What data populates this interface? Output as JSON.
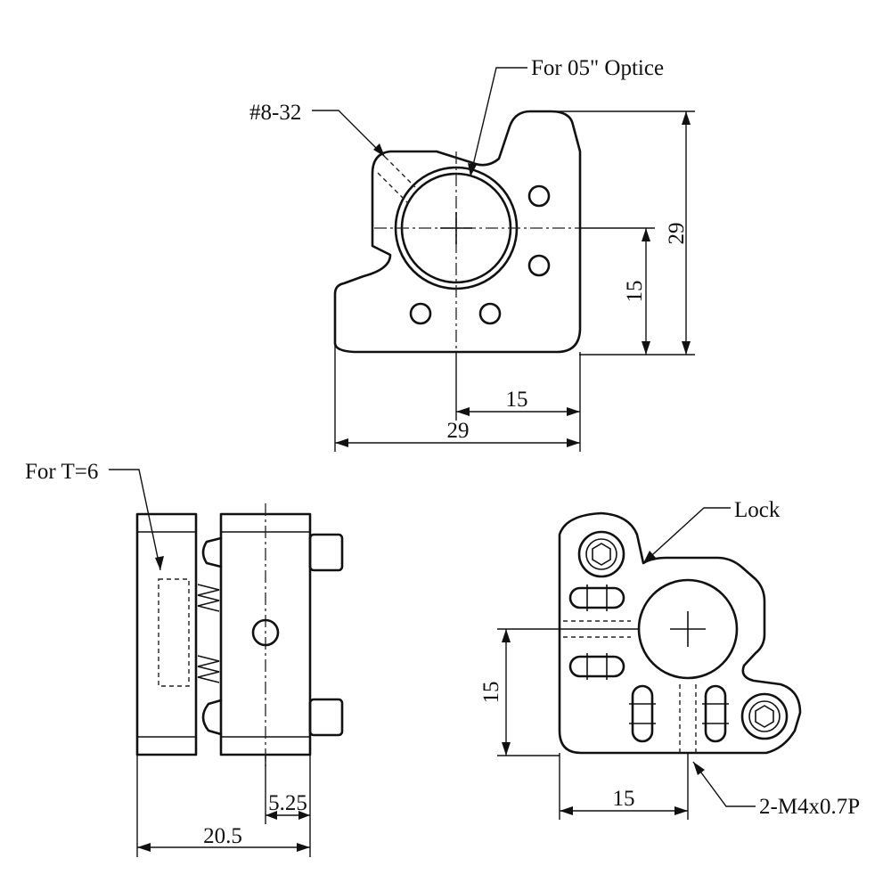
{
  "labels": {
    "optic_callout": "For 05\" Optice",
    "thread_callout": "#8-32",
    "top_height_total": "29",
    "top_height_center": "15",
    "top_width_center": "15",
    "top_width_total": "29",
    "thickness_callout": "For T=6",
    "side_offset": "5.25",
    "side_width": "20.5",
    "lock_callout": "Lock",
    "rear_height_center": "15",
    "rear_width_center": "15",
    "tap_callout": "2-M4x0.7P"
  }
}
